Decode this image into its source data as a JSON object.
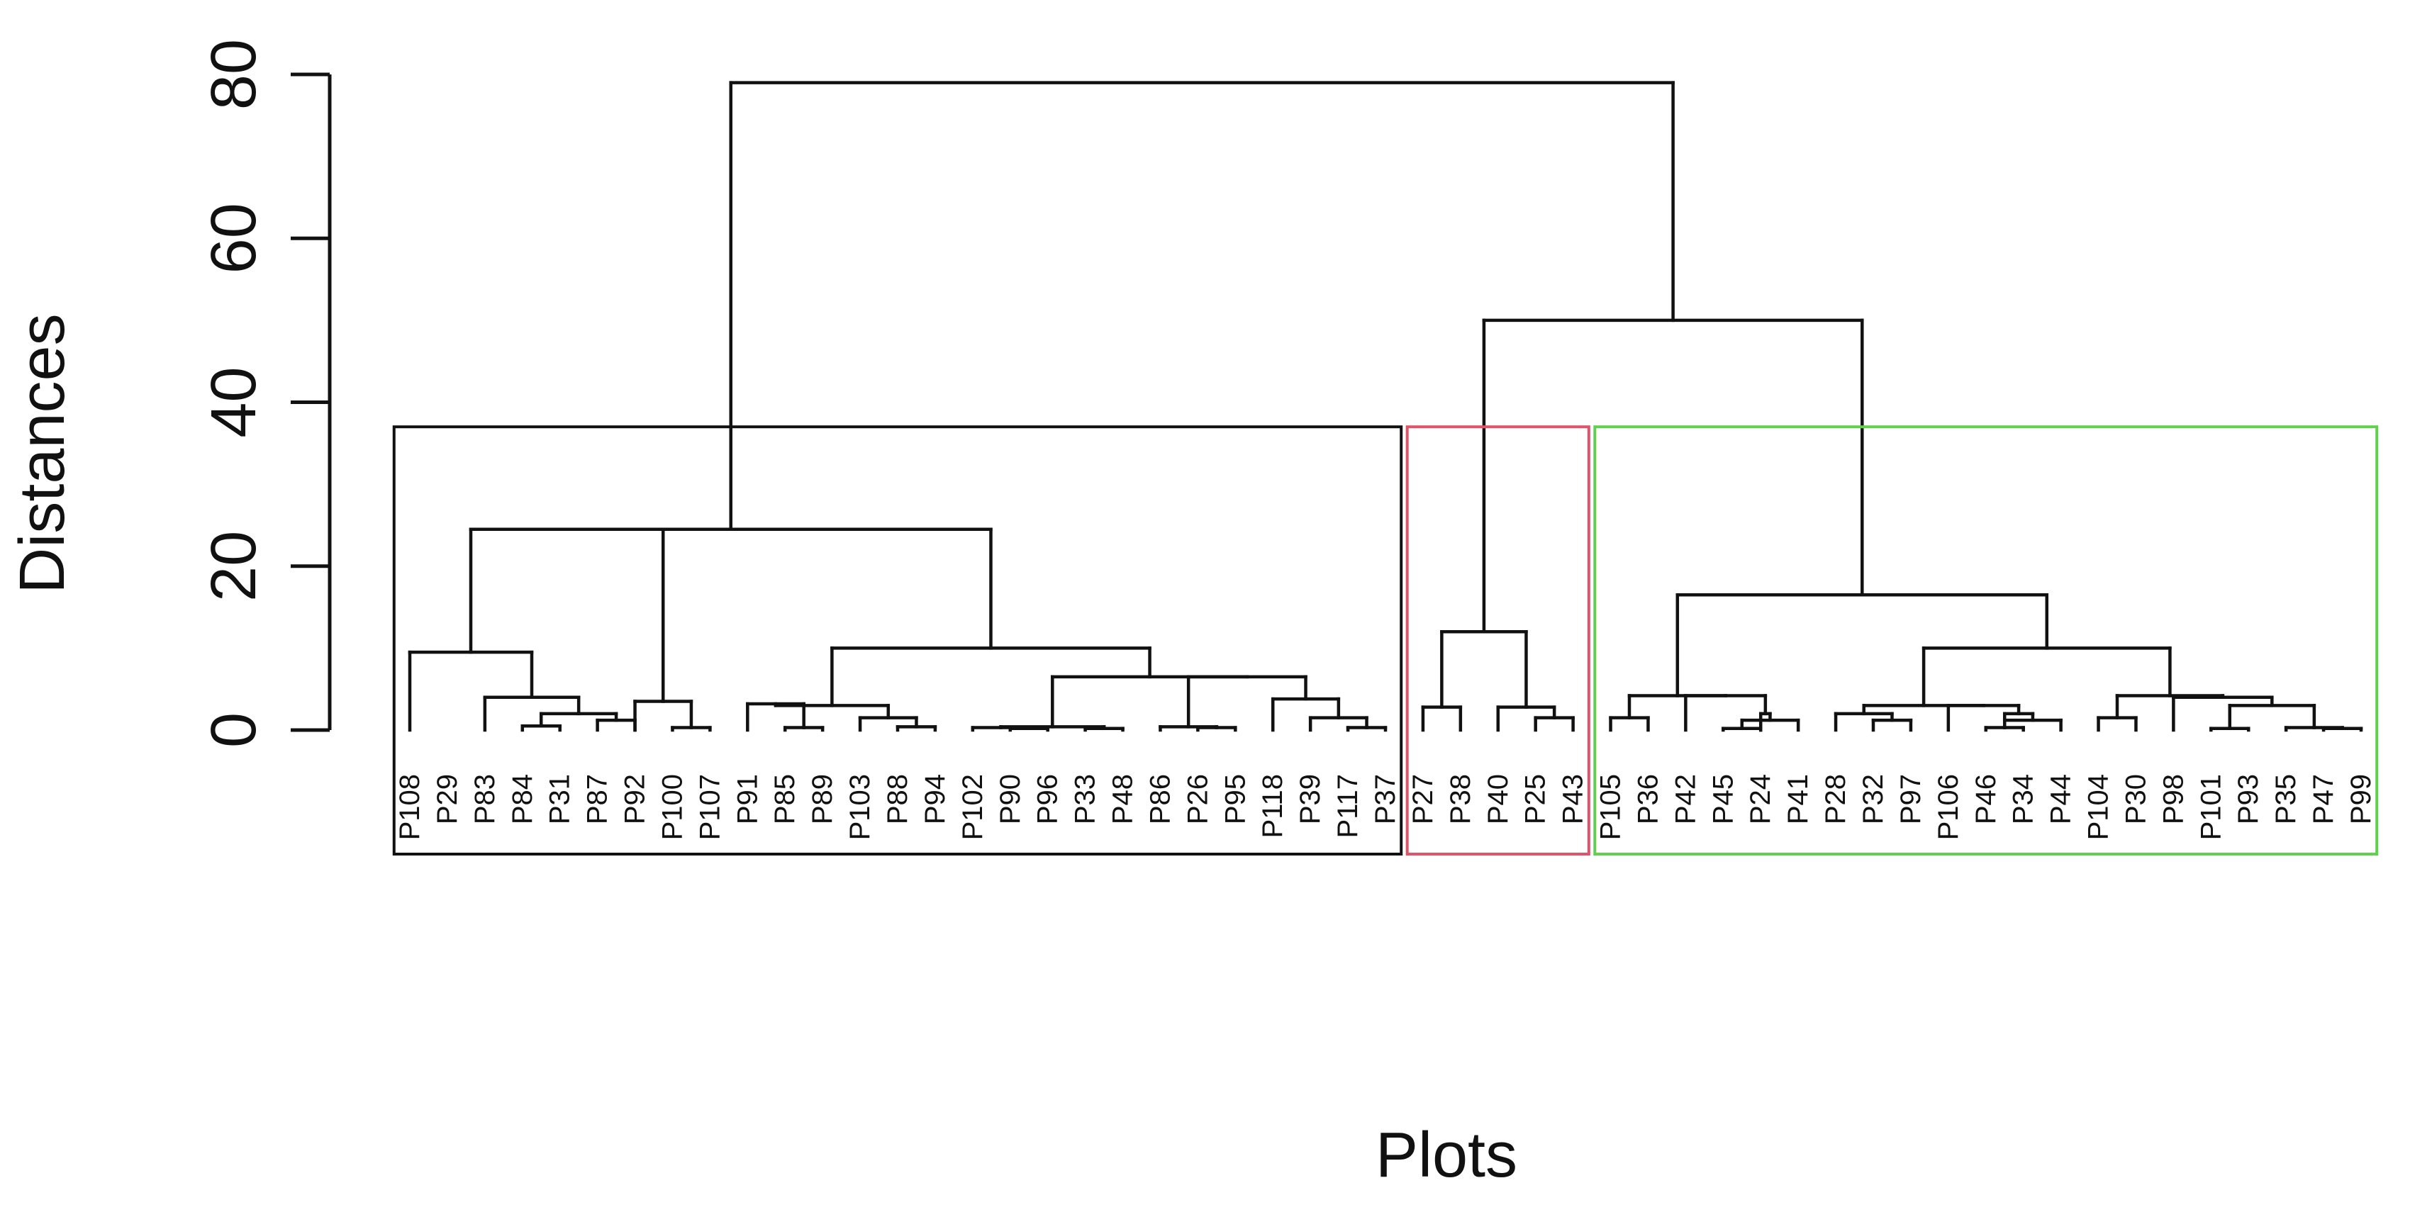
{
  "chart_data": {
    "type": "dendrogram",
    "xlabel": "Plots",
    "ylabel": "Distances",
    "ylim": [
      0,
      80
    ],
    "yticks": [
      0,
      20,
      40,
      60,
      80
    ],
    "grid": false,
    "legend": "none",
    "leaves": [
      "P108",
      "P29",
      "P83",
      "P84",
      "P31",
      "P87",
      "P92",
      "P100",
      "P107",
      "P91",
      "P85",
      "P89",
      "P103",
      "P88",
      "P94",
      "P102",
      "P90",
      "P96",
      "P33",
      "P48",
      "P86",
      "P26",
      "P95",
      "P118",
      "P39",
      "P117",
      "P37",
      "P27",
      "P38",
      "P40",
      "P25",
      "P43",
      "P105",
      "P36",
      "P42",
      "P45",
      "P24",
      "P41",
      "P28",
      "P32",
      "P97",
      "P106",
      "P46",
      "P34",
      "P44",
      "P104",
      "P30",
      "P98",
      "P101",
      "P93",
      "P35",
      "P47",
      "P99"
    ],
    "merges": [
      {
        "height": 0.5,
        "children": [
          "leaf:3",
          "leaf:4"
        ]
      },
      {
        "height": 1.2,
        "children": [
          "leaf:5",
          "leaf:6"
        ]
      },
      {
        "height": 2.0,
        "children": [
          "node:0",
          "node:1"
        ]
      },
      {
        "height": 4.0,
        "children": [
          "leaf:2",
          "node:2"
        ]
      },
      {
        "height": 9.5,
        "children": [
          "leaf:0",
          "node:3"
        ]
      },
      {
        "height": 0.3,
        "children": [
          "leaf:7",
          "leaf:8"
        ]
      },
      {
        "height": 3.5,
        "children": [
          "leaf:6",
          "node:5"
        ]
      },
      {
        "height": 0.3,
        "children": [
          "leaf:10",
          "leaf:11"
        ]
      },
      {
        "height": 3.2,
        "children": [
          "leaf:9",
          "node:7"
        ]
      },
      {
        "height": 0.4,
        "children": [
          "leaf:13",
          "leaf:14"
        ]
      },
      {
        "height": 1.5,
        "children": [
          "leaf:12",
          "node:9"
        ]
      },
      {
        "height": 3.0,
        "children": [
          "node:8",
          "node:10"
        ]
      },
      {
        "height": 0.2,
        "children": [
          "leaf:16",
          "leaf:17"
        ]
      },
      {
        "height": 0.3,
        "children": [
          "leaf:15",
          "node:12"
        ]
      },
      {
        "height": 0.2,
        "children": [
          "leaf:18",
          "leaf:19"
        ]
      },
      {
        "height": 0.4,
        "children": [
          "node:13",
          "node:14"
        ]
      },
      {
        "height": 0.3,
        "children": [
          "leaf:21",
          "leaf:22"
        ]
      },
      {
        "height": 0.4,
        "children": [
          "leaf:20",
          "node:16"
        ]
      },
      {
        "height": 0.3,
        "children": [
          "leaf:25",
          "leaf:26"
        ]
      },
      {
        "height": 1.5,
        "children": [
          "leaf:24",
          "node:18"
        ]
      },
      {
        "height": 3.8,
        "children": [
          "leaf:23",
          "node:19"
        ]
      },
      {
        "height": 6.5,
        "children": [
          "node:17",
          "node:20"
        ]
      },
      {
        "height": 6.5,
        "children": [
          "node:15",
          "node:21"
        ]
      },
      {
        "height": 10.0,
        "children": [
          "node:11",
          "node:22"
        ]
      },
      {
        "height": 24.5,
        "children": [
          "node:4",
          "node:6",
          "node:23"
        ]
      },
      {
        "height": 2.8,
        "children": [
          "leaf:27",
          "leaf:28"
        ]
      },
      {
        "height": 1.5,
        "children": [
          "leaf:30",
          "leaf:31"
        ]
      },
      {
        "height": 2.8,
        "children": [
          "leaf:29",
          "node:26"
        ]
      },
      {
        "height": 12.0,
        "children": [
          "node:25",
          "node:27"
        ]
      },
      {
        "height": 1.5,
        "children": [
          "leaf:32",
          "leaf:33"
        ]
      },
      {
        "height": 0.2,
        "children": [
          "leaf:35",
          "leaf:36"
        ]
      },
      {
        "height": 1.2,
        "children": [
          "leaf:37",
          "node:30"
        ]
      },
      {
        "height": 2.0,
        "children": [
          "leaf:36",
          "node:31"
        ]
      },
      {
        "height": 4.2,
        "children": [
          "leaf:34",
          "node:32"
        ]
      },
      {
        "height": 4.2,
        "children": [
          "node:29",
          "node:33"
        ]
      },
      {
        "height": 1.2,
        "children": [
          "leaf:39",
          "leaf:40"
        ]
      },
      {
        "height": 2.0,
        "children": [
          "leaf:38",
          "node:35"
        ]
      },
      {
        "height": 0.3,
        "children": [
          "leaf:42",
          "leaf:43"
        ]
      },
      {
        "height": 1.2,
        "children": [
          "leaf:44",
          "node:37"
        ]
      },
      {
        "height": 2.0,
        "children": [
          "node:37",
          "node:38"
        ]
      },
      {
        "height": 3.0,
        "children": [
          "leaf:41",
          "node:39"
        ]
      },
      {
        "height": 3.0,
        "children": [
          "node:36",
          "node:40"
        ]
      },
      {
        "height": 1.5,
        "children": [
          "leaf:45",
          "leaf:46"
        ]
      },
      {
        "height": 0.2,
        "children": [
          "leaf:48",
          "leaf:49"
        ]
      },
      {
        "height": 0.2,
        "children": [
          "leaf:51",
          "leaf:52"
        ]
      },
      {
        "height": 0.3,
        "children": [
          "leaf:50",
          "node:44"
        ]
      },
      {
        "height": 3.0,
        "children": [
          "node:43",
          "node:45"
        ]
      },
      {
        "height": 4.0,
        "children": [
          "leaf:47",
          "node:46"
        ]
      },
      {
        "height": 4.2,
        "children": [
          "node:42",
          "node:47"
        ]
      },
      {
        "height": 10.0,
        "children": [
          "node:41",
          "node:48"
        ]
      },
      {
        "height": 16.5,
        "children": [
          "node:34",
          "node:49"
        ]
      },
      {
        "height": 50.0,
        "children": [
          "node:28",
          "node:50"
        ]
      },
      {
        "height": 79.0,
        "children": [
          "node:24",
          "node:51"
        ]
      }
    ],
    "cut_height": 37.0,
    "clusters": [
      {
        "from": "P108",
        "to": "P37",
        "color": "#111111"
      },
      {
        "from": "P27",
        "to": "P43",
        "color": "#df536b"
      },
      {
        "from": "P105",
        "to": "P99",
        "color": "#61d04f"
      }
    ]
  }
}
